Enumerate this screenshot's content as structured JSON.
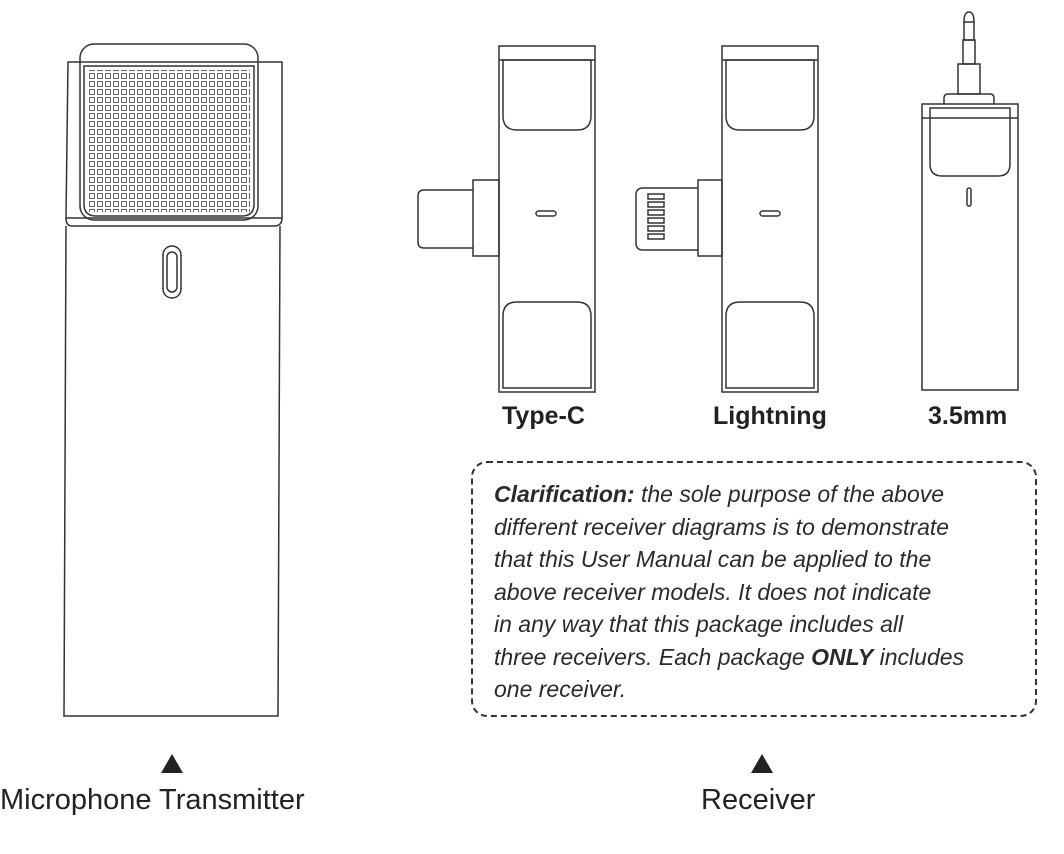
{
  "receivers": {
    "type_c_label": "Type-C",
    "lightning_label": "Lightning",
    "jack_label": "3.5mm"
  },
  "note": {
    "lead": "Clarification:",
    "line1": " the sole purpose of the above",
    "line2": "different receiver diagrams is to demonstrate",
    "line3": "that this User Manual can be applied to the",
    "line4": "above receiver models. It does not indicate",
    "line5": "in any way that this package includes all",
    "line6_a": "three receivers. Each package ",
    "line6_emphasis": "ONLY",
    "line6_b": " includes",
    "line7": "one receiver."
  },
  "captions": {
    "transmitter": "Microphone Transmitter",
    "receiver": "Receiver"
  },
  "colors": {
    "line": "#333333",
    "text": "#222222",
    "background": "#ffffff"
  }
}
